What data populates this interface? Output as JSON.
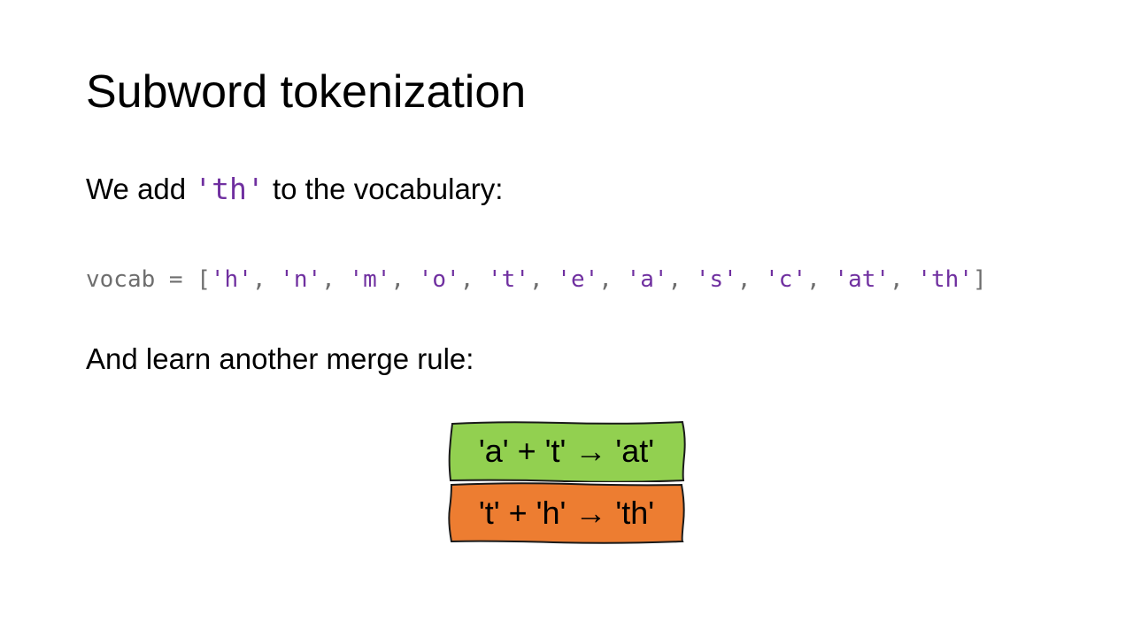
{
  "title": "Subword tokenization",
  "intro": {
    "before": "We add ",
    "code": "'th'",
    "after": " to the vocabulary:"
  },
  "vocab": {
    "prefix": "vocab = [",
    "items": [
      "'h'",
      "'n'",
      "'m'",
      "'o'",
      "'t'",
      "'e'",
      "'a'",
      "'s'",
      "'c'",
      "'at'",
      "'th'"
    ],
    "separator": ", ",
    "suffix": "]"
  },
  "merge_intro": "And learn another merge rule:",
  "merge_rules": [
    {
      "text": "'a' + 't' → 'at'",
      "color": "#92d050"
    },
    {
      "text": "'t' + 'h' → 'th'",
      "color": "#ed7d31"
    }
  ],
  "colors": {
    "code_string": "#7030a0",
    "code_plain": "#6e6e6e"
  }
}
